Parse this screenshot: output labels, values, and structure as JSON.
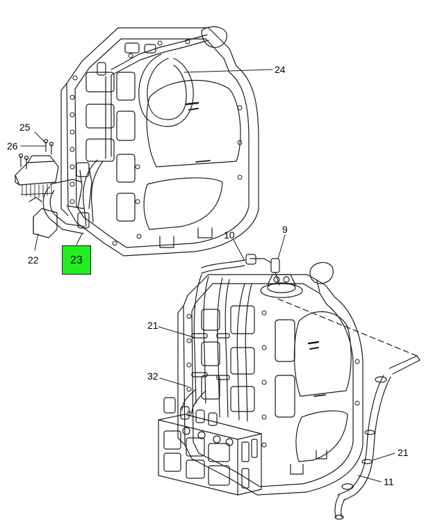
{
  "callouts": {
    "c24": "24",
    "c25": "25",
    "c26": "26",
    "c22": "22",
    "c23": "23",
    "c10": "10",
    "c9": "9",
    "c21a": "21",
    "c32": "32",
    "c21b": "21",
    "c11": "11"
  },
  "highlight_color": "#22ee22",
  "line_color": "#1a1a1a"
}
